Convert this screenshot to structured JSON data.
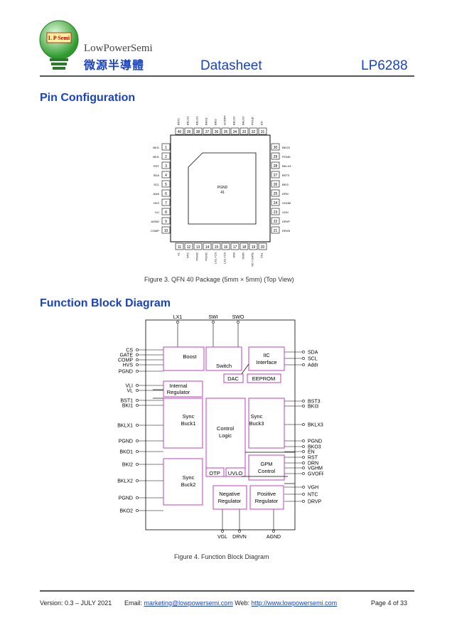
{
  "header": {
    "logo_badge": "L P Semi",
    "brand_en": "LowPowerSemi",
    "brand_cn": "微源半導體",
    "doc_title": "Datasheet",
    "part_number": "LP6288"
  },
  "pin_section": {
    "heading": "Pin Configuration",
    "caption": "Figure 3. QFN 40 Package (5mm × 5mm) (Top View)",
    "center_label": "PGND",
    "center_number": "41",
    "top_pins": [
      {
        "num": "40",
        "name": "BST1"
      },
      {
        "num": "39",
        "name": "BKLX1"
      },
      {
        "num": "38",
        "name": "BKLX1"
      },
      {
        "num": "37",
        "name": "BKO1"
      },
      {
        "num": "36",
        "name": "BKI2"
      },
      {
        "num": "35",
        "name": "GVOFF"
      },
      {
        "num": "34",
        "name": "BKLX2"
      },
      {
        "num": "33",
        "name": "BKLX2"
      },
      {
        "num": "32",
        "name": "PGND"
      },
      {
        "num": "31",
        "name": "EN"
      }
    ],
    "left_pins": [
      {
        "num": "1",
        "name": "BKI1"
      },
      {
        "num": "2",
        "name": "BKI1"
      },
      {
        "num": "3",
        "name": "RST"
      },
      {
        "num": "4",
        "name": "SDA"
      },
      {
        "num": "5",
        "name": "SCL"
      },
      {
        "num": "6",
        "name": "Addr"
      },
      {
        "num": "7",
        "name": "HVS"
      },
      {
        "num": "8",
        "name": "VLI"
      },
      {
        "num": "9",
        "name": "AGND"
      },
      {
        "num": "10",
        "name": "COMP"
      }
    ],
    "right_pins": [
      {
        "num": "30",
        "name": "BKO3"
      },
      {
        "num": "29",
        "name": "PGND"
      },
      {
        "num": "28",
        "name": "BKLX3"
      },
      {
        "num": "27",
        "name": "BST3"
      },
      {
        "num": "26",
        "name": "BKI3"
      },
      {
        "num": "25",
        "name": "DRN"
      },
      {
        "num": "24",
        "name": "VGHM"
      },
      {
        "num": "23",
        "name": "VGH"
      },
      {
        "num": "22",
        "name": "DRVP"
      },
      {
        "num": "21",
        "name": "DRVN"
      }
    ],
    "bottom_pins": [
      {
        "num": "11",
        "name": "VL"
      },
      {
        "num": "12",
        "name": "NTC"
      },
      {
        "num": "13",
        "name": "PGND"
      },
      {
        "num": "14",
        "name": "PGND"
      },
      {
        "num": "15",
        "name": "LX1 / CS"
      },
      {
        "num": "16",
        "name": "LX1 / CS"
      },
      {
        "num": "17",
        "name": "SWI"
      },
      {
        "num": "18",
        "name": "SWO"
      },
      {
        "num": "19",
        "name": "NC / GATE"
      },
      {
        "num": "20",
        "name": "VGL"
      }
    ]
  },
  "block_section": {
    "heading": "Function Block Diagram",
    "caption": "Figure 4. Function Block Diagram",
    "top_pins": [
      "LX1",
      "SWI",
      "SWO"
    ],
    "bottom_pins": [
      "VGL",
      "DRVN",
      "AGND"
    ],
    "left_pins": [
      "CS",
      "GATE",
      "COMP",
      "HVS",
      "PGND",
      "VLI",
      "VL",
      "BST1",
      "BKI1",
      "BKLX1",
      "PGND",
      "BKO1",
      "BKI2",
      "BKLX2",
      "PGND",
      "BKO2"
    ],
    "right_pins": [
      "SDA",
      "SCL",
      "Addr",
      "BST3",
      "BKI3",
      "BKLX3",
      "PGND",
      "BKO3",
      "EN",
      "RST",
      "DRN",
      "VGHM",
      "GVOFF",
      "VGH",
      "NTC",
      "DRVP"
    ],
    "blocks": {
      "boost": "Boost",
      "switch": "Switch",
      "iic_1": "IIC",
      "iic_2": "Interface",
      "dac": "DAC",
      "eeprom": "EEPROM",
      "internal_1": "Internal",
      "internal_2": "Regulator",
      "sync_buck1_1": "Sync",
      "sync_buck1_2": "Buck1",
      "control_1": "Control",
      "control_2": "Logic",
      "sync_buck3_1": "Sync",
      "sync_buck3_2": "Buck3",
      "sync_buck2_1": "Sync",
      "sync_buck2_2": "Buck2",
      "otp": "OTP",
      "uvlo": "UVLO",
      "gpm_1": "GPM",
      "gpm_2": "Control",
      "neg_1": "Negative",
      "neg_2": "Regulator",
      "pos_1": "Positive",
      "pos_2": "Regulator"
    }
  },
  "footer": {
    "version": "Version: 0.3 – JULY 2021",
    "email_label": "Email:",
    "email": "marketing@lowpowersemi.com",
    "web_label": "Web:",
    "web": "http://www.lowpowersemi.com",
    "page": "Page 4 of 33"
  },
  "colors": {
    "accent": "#1a43c0",
    "logo_green": "#3aa83a",
    "diagram_stroke": "#c040c0"
  }
}
